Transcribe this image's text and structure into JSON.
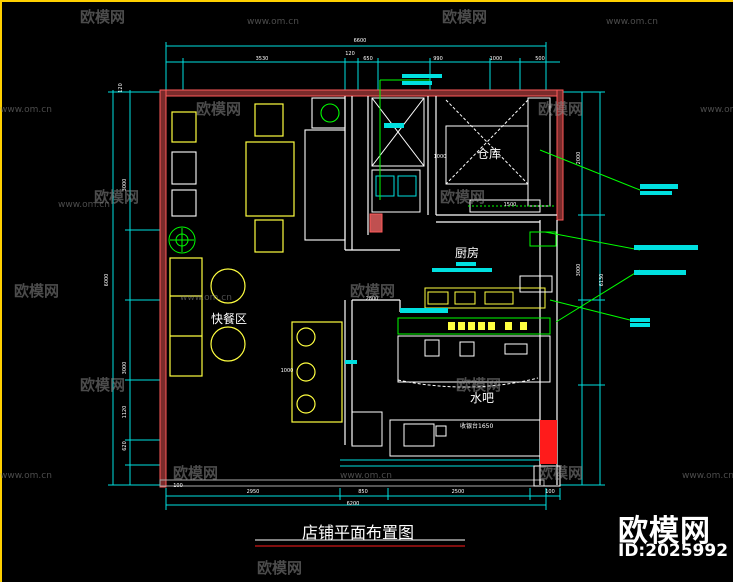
{
  "drawing_title": "店铺平面布置图",
  "rooms": {
    "storage": "仓库",
    "kitchen": "厨房",
    "bar": "水吧",
    "dining": "快餐区"
  },
  "labels": {
    "cashier": "收银台1650"
  },
  "dimensions": {
    "top_total": "6600",
    "top_segments": [
      "3530",
      "120",
      "650",
      "990",
      "1000",
      "500"
    ],
    "bottom_total": "6200",
    "bottom_segments": [
      "2950",
      "850",
      "2500"
    ],
    "left_segments": [
      "120",
      "3000",
      "6000",
      "3000",
      "1120",
      "620"
    ],
    "right_segments": [
      "2000",
      "6130",
      "3000"
    ],
    "storage_small": [
      "1000",
      "1500"
    ],
    "bottom_small": [
      "100",
      "100"
    ],
    "kitchen_small": "2800",
    "counter_small": "1000"
  },
  "watermark": {
    "brand": "欧模网",
    "url": "www.om.cn"
  },
  "brand": {
    "name": "欧模网",
    "id": "ID:2025992"
  },
  "colors": {
    "wall": "#ff5a5a",
    "dimension": "#00e0e0",
    "furniture": "#ffff40",
    "fixture": "#ffffff",
    "green": "#00ff00",
    "accent": "#ff1b1b"
  }
}
